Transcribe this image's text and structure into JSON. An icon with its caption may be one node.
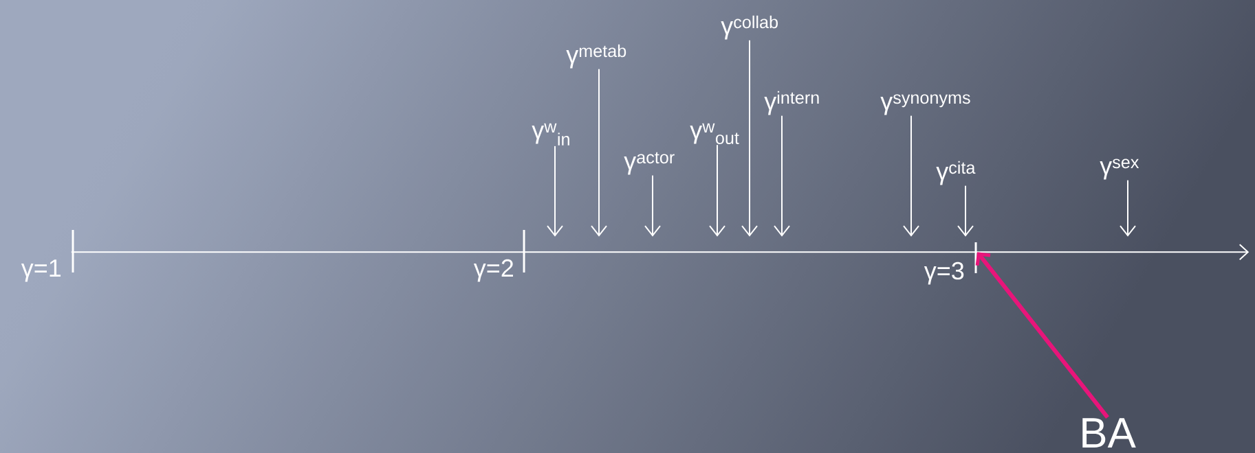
{
  "diagram": {
    "nodes": [
      {
        "text": [
          "γ$^{w}$$_{in}$"
        ]
      },
      {
        "text": [
          "γ$^{metab}$"
        ]
      },
      {
        "text": [
          "γ$^{actor}$"
        ]
      },
      {
        "text": [
          "γ$^{w}$$_{out}$"
        ]
      },
      {
        "text": [
          "γ$^{collab}$"
        ]
      },
      {
        "text": [
          "γ$^{intern}$"
        ]
      },
      {
        "text": [
          "γ$^{synonyms}$"
        ]
      },
      {
        "text": [
          "γ$^{cita}$"
        ]
      },
      {
        "text": [
          "γ$^{sex}$"
        ]
      },
      {
        "text": [
          "BA"
        ]
      },
      {
        "text": [],
        "shape": "line"
      }
    ],
    "edges": [
      {
        "from": 0,
        "to": 10,
        "arrow": "to"
      },
      {
        "from": 1,
        "to": 10,
        "arrow": "to"
      },
      {
        "from": 2,
        "to": 10,
        "arrow": "to"
      },
      {
        "from": 3,
        "to": 10,
        "arrow": "to"
      },
      {
        "from": 4,
        "to": 10,
        "arrow": "to"
      },
      {
        "from": 5,
        "to": 10,
        "arrow": "to"
      },
      {
        "from": 6,
        "to": 10,
        "arrow": "to"
      },
      {
        "from": 7,
        "to": 10,
        "arrow": "to"
      },
      {
        "from": 8,
        "to": 10,
        "arrow": "to"
      },
      {
        "from": 9,
        "to": 10,
        "arrow": "to",
        "style": "thick",
        "color": "#e8157a"
      }
    ],
    "labels": [
      "γ=1",
      "γ=2",
      "γ=3"
    ]
  }
}
